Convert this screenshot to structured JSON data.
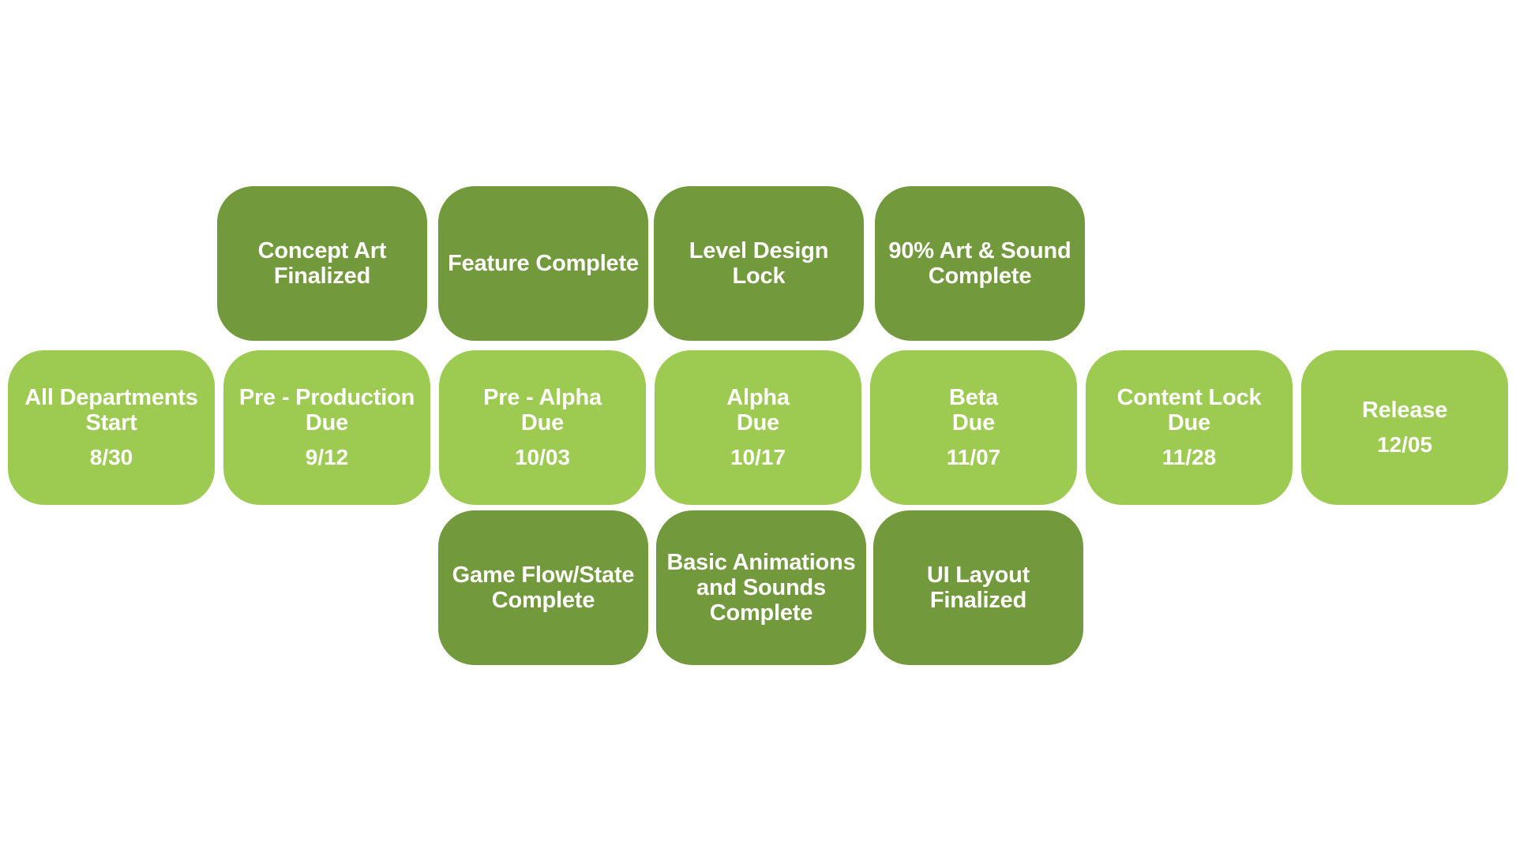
{
  "colors": {
    "dark_box": "#72993c",
    "light_box": "#9dcb52",
    "text": "#ffffff",
    "background": "#ffffff"
  },
  "top_row": [
    {
      "title": "Concept Art\nFinalized"
    },
    {
      "title": "Feature Complete"
    },
    {
      "title": "Level Design\nLock"
    },
    {
      "title": "90% Art & Sound\nComplete"
    }
  ],
  "milestones": [
    {
      "title": "All Departments\nStart",
      "date": "8/30"
    },
    {
      "title": "Pre - Production\nDue",
      "date": "9/12"
    },
    {
      "title": "Pre - Alpha\nDue",
      "date": "10/03"
    },
    {
      "title": "Alpha\nDue",
      "date": "10/17"
    },
    {
      "title": "Beta\nDue",
      "date": "11/07"
    },
    {
      "title": "Content Lock\nDue",
      "date": "11/28"
    },
    {
      "title": "Release",
      "date": "12/05"
    }
  ],
  "bottom_row": [
    {
      "title": "Game Flow/State\nComplete"
    },
    {
      "title": "Basic Animations\nand Sounds\nComplete"
    },
    {
      "title": "UI Layout\nFinalized"
    }
  ]
}
